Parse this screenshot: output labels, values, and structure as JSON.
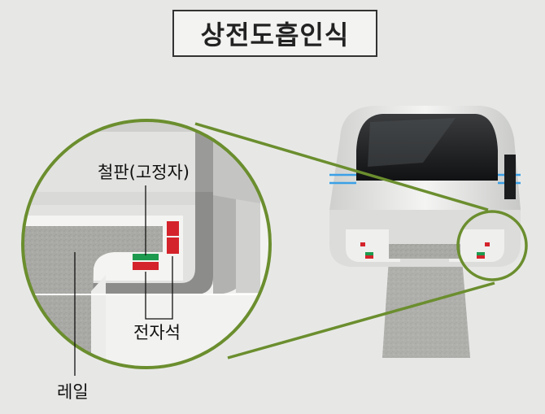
{
  "title": "상전도흡인식",
  "labels": {
    "plate": "철판(고정자)",
    "magnet": "전자석",
    "rail": "레일"
  },
  "colors": {
    "highlight_green": "#6b8e2e",
    "magnet_red": "#d4232b",
    "plate_green": "#1e9a4f",
    "rail_gray": "#a8a8a4",
    "background": "#e7e8e6"
  }
}
